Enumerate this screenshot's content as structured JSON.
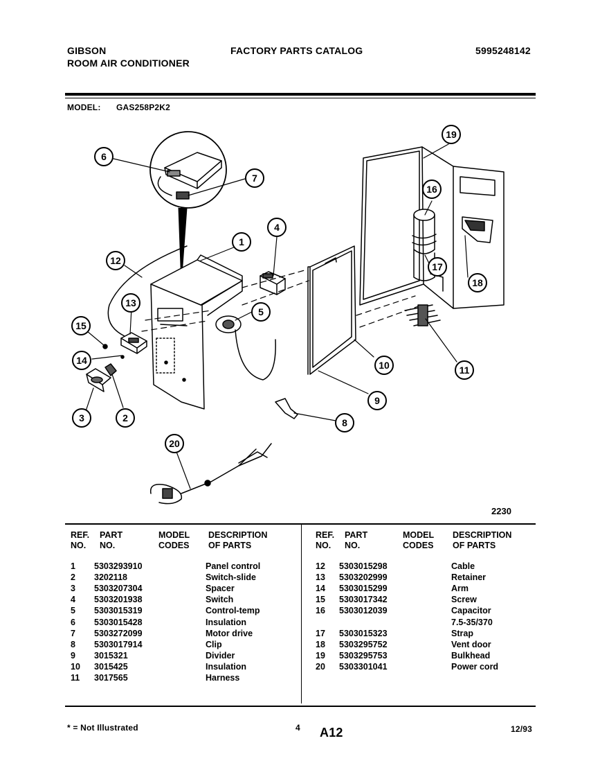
{
  "header": {
    "brand": "GIBSON",
    "product": "ROOM AIR CONDITIONER",
    "catalog_title": "FACTORY PARTS CATALOG",
    "catalog_number": "5995248142"
  },
  "model": {
    "label": "MODEL:",
    "value": "GAS258P2K2"
  },
  "diagram": {
    "number": "2230",
    "callouts": [
      "1",
      "2",
      "3",
      "4",
      "5",
      "6",
      "7",
      "8",
      "9",
      "10",
      "11",
      "12",
      "13",
      "14",
      "15",
      "16",
      "17",
      "18",
      "19",
      "20"
    ]
  },
  "table": {
    "headers": {
      "ref_line1": "REF.",
      "ref_line2": "NO.",
      "part_line1": "PART",
      "part_line2": "NO.",
      "model_line1": "MODEL",
      "model_line2": "CODES",
      "desc_line1": "DESCRIPTION",
      "desc_line2": "OF PARTS"
    },
    "left": [
      {
        "ref": "1",
        "part": "5303293910",
        "desc": "Panel control"
      },
      {
        "ref": "2",
        "part": "3202118",
        "desc": "Switch-slide"
      },
      {
        "ref": "3",
        "part": "5303207304",
        "desc": "Spacer"
      },
      {
        "ref": "4",
        "part": "5303201938",
        "desc": "Switch"
      },
      {
        "ref": "5",
        "part": "5303015319",
        "desc": "Control-temp"
      },
      {
        "ref": "6",
        "part": "5303015428",
        "desc": "Insulation"
      },
      {
        "ref": "7",
        "part": "5303272099",
        "desc": "Motor drive"
      },
      {
        "ref": "8",
        "part": "5303017914",
        "desc": "Clip"
      },
      {
        "ref": "9",
        "part": "3015321",
        "desc": "Divider"
      },
      {
        "ref": "10",
        "part": "3015425",
        "desc": "Insulation"
      },
      {
        "ref": "11",
        "part": "3017565",
        "desc": "Harness"
      }
    ],
    "right": [
      {
        "ref": "12",
        "part": "5303015298",
        "desc": "Cable"
      },
      {
        "ref": "13",
        "part": "5303202999",
        "desc": "Retainer"
      },
      {
        "ref": "14",
        "part": "5303015299",
        "desc": "Arm"
      },
      {
        "ref": "15",
        "part": "5303017342",
        "desc": "Screw"
      },
      {
        "ref": "16",
        "part": "5303012039",
        "desc": "Capacitor"
      },
      {
        "ref": "",
        "part": "",
        "desc": "7.5-35/370"
      },
      {
        "ref": "17",
        "part": "5303015323",
        "desc": "Strap"
      },
      {
        "ref": "18",
        "part": "5303295752",
        "desc": "Vent door"
      },
      {
        "ref": "19",
        "part": "5303295753",
        "desc": "Bulkhead"
      },
      {
        "ref": "20",
        "part": "5303301041",
        "desc": "Power cord"
      }
    ]
  },
  "footer": {
    "note": "* = Not Illustrated",
    "page": "4",
    "section": "A12",
    "date": "12/93"
  }
}
